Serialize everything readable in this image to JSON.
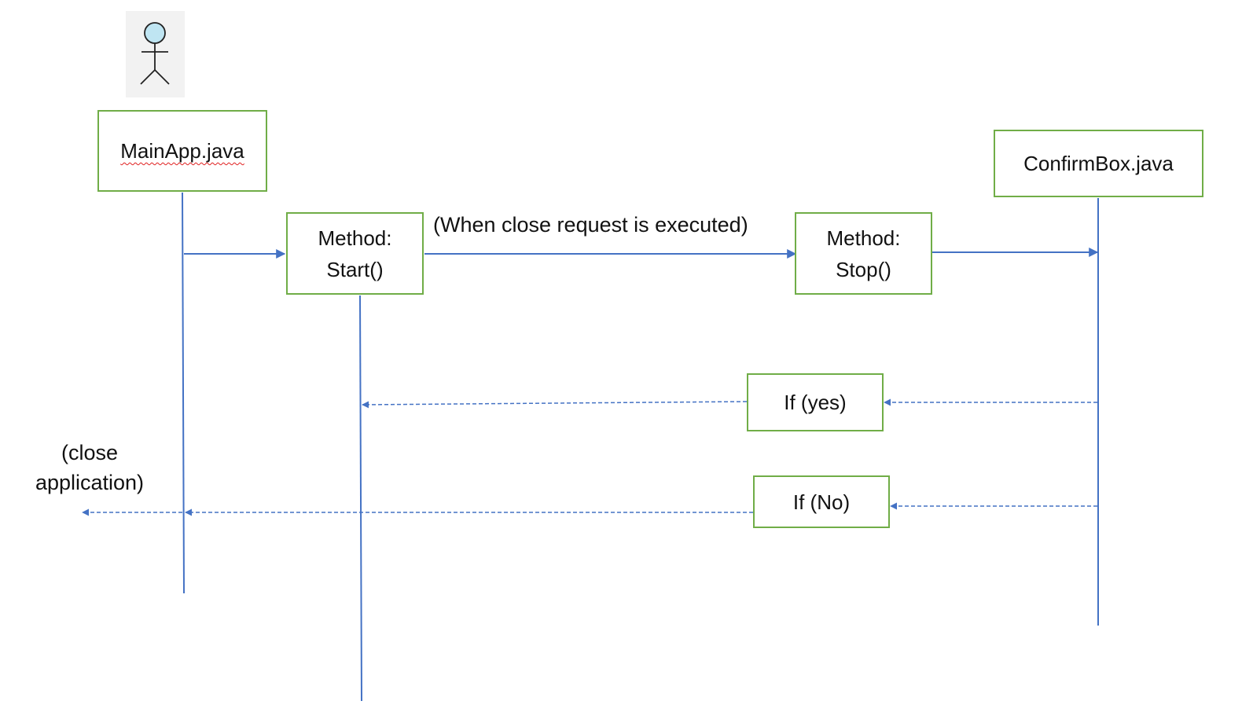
{
  "colors": {
    "box_border": "#70ad47",
    "line": "#4472c4",
    "actor_fill": "#bfe5f2",
    "actor_background": "#f2f2f2",
    "text": "#111111",
    "spellcheck_underline": "#e02020"
  },
  "actor": {
    "icon": "stick-figure-icon"
  },
  "participants": {
    "main_app": "MainApp.java",
    "confirm_box": "ConfirmBox.java"
  },
  "methods": {
    "start": {
      "line1": "Method:",
      "line2": "Start()"
    },
    "stop": {
      "line1": "Method:",
      "line2": "Stop()"
    }
  },
  "messages": {
    "close_request": "(When close request is executed)",
    "if_yes": "If (yes)",
    "if_no": "If (No)",
    "close_application_line1": "(close",
    "close_application_line2": "application)"
  }
}
